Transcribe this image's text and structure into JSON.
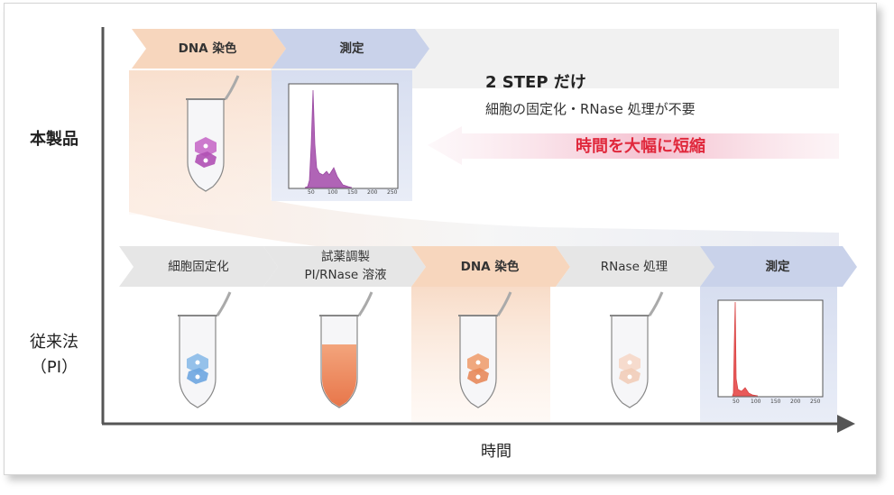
{
  "row_labels": {
    "product": "本製品",
    "conventional_line1": "従来法",
    "conventional_line2": "（PI）"
  },
  "x_axis_label": "時間",
  "product_steps": [
    {
      "label": "DNA 染色"
    },
    {
      "label": "測定"
    }
  ],
  "conventional_steps": [
    {
      "label": "細胞固定化"
    },
    {
      "label_line1": "試薬調製",
      "label_line2": "PI/RNase 溶液"
    },
    {
      "label": "DNA 染色"
    },
    {
      "label": "RNase 処理"
    },
    {
      "label": "測定"
    }
  ],
  "note": {
    "headline": "2 STEP だけ",
    "subline": "細胞の固定化・RNase 処理が不要",
    "emphasis": "時間を大幅に短縮"
  },
  "histogram_ticks": [
    "50",
    "100",
    "150",
    "200",
    "250"
  ],
  "colors": {
    "gray_arrow": "#e6e6e6",
    "orange_arrow": "#f7d6bd",
    "blue_arrow": "#c9d2ea",
    "emphasis_red": "#e0283c",
    "purple_cells": "#b45ab8",
    "blue_cells": "#7fb0e4",
    "orange_tube": "#ee8a5c",
    "red_histogram": "#e85a5a",
    "purple_histogram": "#b064b6"
  }
}
